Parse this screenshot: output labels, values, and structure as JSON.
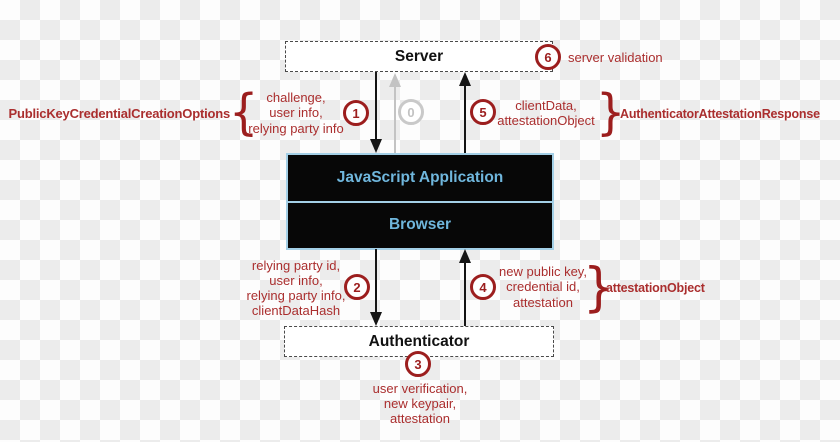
{
  "colors": {
    "red_text": "#aa2e2e",
    "red_dark": "#9c1e1e",
    "gray_arrow": "#c3c3c3",
    "blue_border": "#a3cfe6",
    "blue_text": "#6fb6dc",
    "node_black": "#070707",
    "checker_light": "#fdfdfd",
    "checker_gray": "#ececec",
    "arrow_black": "#151515"
  },
  "nodes": {
    "server": "Server",
    "js_app": "JavaScript Application",
    "browser": "Browser",
    "authenticator": "Authenticator"
  },
  "steps": {
    "s0": "0",
    "s1": "1",
    "s2": "2",
    "s3": "3",
    "s4": "4",
    "s5": "5",
    "s6": "6"
  },
  "annotations": {
    "pkcco_label": "PublicKeyCredentialCreationOptions",
    "aar_label": "AuthenticatorAttestationResponse",
    "attestation_object_label": "attestationObject",
    "server_validation": "server validation",
    "challenge_block": {
      "lines": [
        "challenge,",
        "user info,",
        "relying party info"
      ]
    },
    "client_data_block": {
      "lines": [
        "clientData,",
        "attestationObject"
      ]
    },
    "relying_party_block": {
      "lines": [
        "relying party id,",
        "user info,",
        "relying party info,",
        "clientDataHash"
      ]
    },
    "new_public_key_block": {
      "lines": [
        "new public key,",
        "credential id,",
        "attestation"
      ]
    },
    "authenticator_actions_block": {
      "lines": [
        "user verification,",
        "new keypair,",
        "attestation"
      ]
    }
  },
  "glyphs": {
    "brace_open": "{",
    "brace_close": "}"
  }
}
